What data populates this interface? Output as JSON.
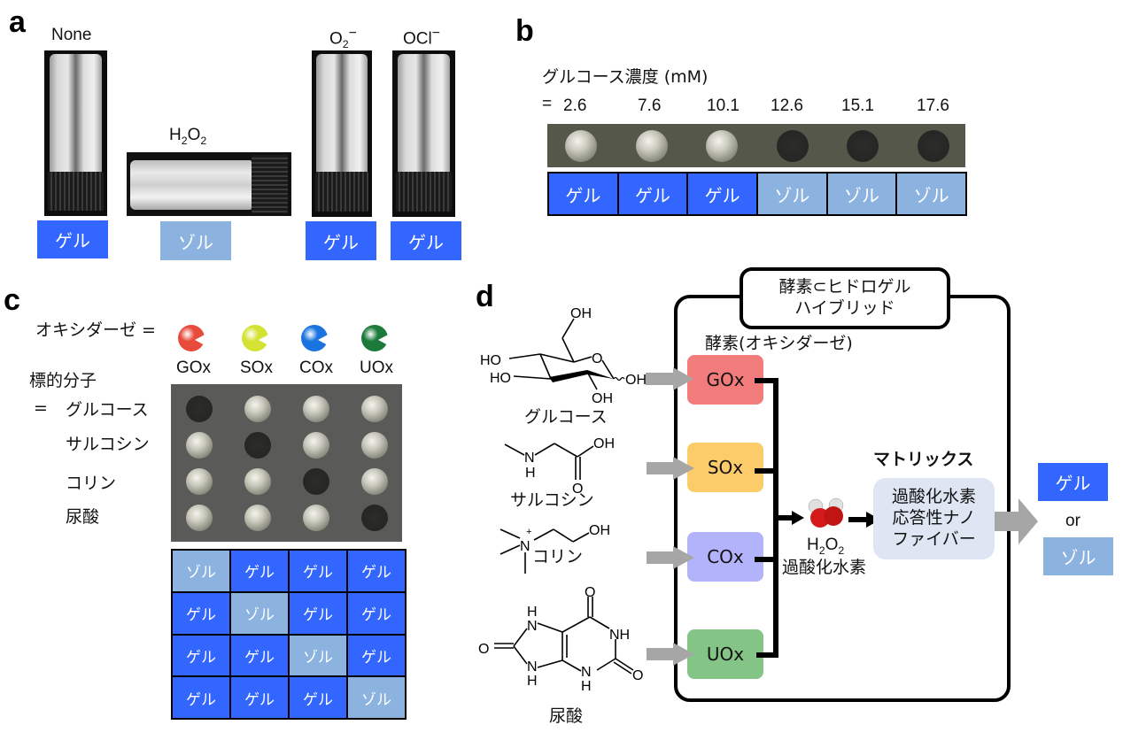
{
  "panels": {
    "a": {
      "letter": "a",
      "vials": [
        {
          "label": "None",
          "label_sub": "",
          "label_tail": "",
          "state": "ゲル",
          "state_type": "gel",
          "orientation": "upright"
        },
        {
          "label": "H",
          "label_sub": "2",
          "label_mid": "O",
          "label_sub2": "2",
          "state": "ゾル",
          "state_type": "sol",
          "orientation": "inverted"
        },
        {
          "label": "O",
          "label_sub": "2",
          "label_tail": "−",
          "state": "ゲル",
          "state_type": "gel",
          "orientation": "upright"
        },
        {
          "label": "OCl",
          "label_sub": "",
          "label_tail": "−",
          "state": "ゲル",
          "state_type": "gel",
          "orientation": "upright"
        }
      ]
    },
    "b": {
      "letter": "b",
      "title": "グルコース濃度 (mM)",
      "equals": "=",
      "concentrations": [
        "2.6",
        "7.6",
        "10.1",
        "12.6",
        "15.1",
        "17.6"
      ],
      "droplets": [
        "clear",
        "clear",
        "clear",
        "dark",
        "dark",
        "dark"
      ],
      "states": [
        {
          "text": "ゲル",
          "type": "gel"
        },
        {
          "text": "ゲル",
          "type": "gel"
        },
        {
          "text": "ゲル",
          "type": "gel"
        },
        {
          "text": "ゾル",
          "type": "sol"
        },
        {
          "text": "ゾル",
          "type": "sol"
        },
        {
          "text": "ゾル",
          "type": "sol"
        }
      ]
    },
    "c": {
      "letter": "c",
      "oxidase_label": "オキシダーゼ =",
      "target_label": "標的分子",
      "equals": "=",
      "enzymes": [
        {
          "name": "GOx",
          "color": "#e84a3c"
        },
        {
          "name": "SOx",
          "color": "#d4e234"
        },
        {
          "name": "COx",
          "color": "#1a74e0"
        },
        {
          "name": "UOx",
          "color": "#1c7a3a"
        }
      ],
      "targets": [
        "グルコース",
        "サルコシン",
        "コリン",
        "尿酸"
      ],
      "droplets": [
        [
          "dark",
          "clear",
          "clear",
          "clear"
        ],
        [
          "clear",
          "dark",
          "clear",
          "clear"
        ],
        [
          "clear",
          "clear",
          "dark",
          "clear"
        ],
        [
          "clear",
          "clear",
          "clear",
          "dark"
        ]
      ],
      "states": [
        [
          {
            "text": "ゾル",
            "type": "sol"
          },
          {
            "text": "ゲル",
            "type": "gel"
          },
          {
            "text": "ゲル",
            "type": "gel"
          },
          {
            "text": "ゲル",
            "type": "gel"
          }
        ],
        [
          {
            "text": "ゲル",
            "type": "gel"
          },
          {
            "text": "ゾル",
            "type": "sol"
          },
          {
            "text": "ゲル",
            "type": "gel"
          },
          {
            "text": "ゲル",
            "type": "gel"
          }
        ],
        [
          {
            "text": "ゲル",
            "type": "gel"
          },
          {
            "text": "ゲル",
            "type": "gel"
          },
          {
            "text": "ゾル",
            "type": "sol"
          },
          {
            "text": "ゲル",
            "type": "gel"
          }
        ],
        [
          {
            "text": "ゲル",
            "type": "gel"
          },
          {
            "text": "ゲル",
            "type": "gel"
          },
          {
            "text": "ゲル",
            "type": "gel"
          },
          {
            "text": "ゾル",
            "type": "sol"
          }
        ]
      ]
    },
    "d": {
      "letter": "d",
      "hybrid_title_line1": "酵素⊂ヒドロゲル",
      "hybrid_title_line2": "ハイブリッド",
      "enzyme_header": "酵素(オキシダーゼ)",
      "molecules": [
        {
          "name": "グルコース",
          "atoms": {
            "oh_top": "OH",
            "ho1": "HO",
            "ho2": "HO",
            "o_ring": "O",
            "oh_right": "OH",
            "oh_bottom": "OH"
          }
        },
        {
          "name": "サルコシン",
          "atoms": {
            "n": "N",
            "h": "H",
            "oh": "OH",
            "o": "O"
          }
        },
        {
          "name": "コリン",
          "atoms": {
            "n": "N",
            "plus": "+",
            "oh": "OH"
          }
        },
        {
          "name": "尿酸",
          "atoms": {
            "o_top": "O",
            "h_top": "H",
            "n1": "N",
            "nh_right": "NH",
            "o_left": "O",
            "n2": "N",
            "h2": "H",
            "n3": "N",
            "h3": "H",
            "o_right": "O"
          }
        }
      ],
      "enzymes": [
        {
          "name": "GOx",
          "color": "#f27c7c"
        },
        {
          "name": "SOx",
          "color": "#fdcc6a"
        },
        {
          "name": "COx",
          "color": "#b3b3fb"
        },
        {
          "name": "UOx",
          "color": "#85c487"
        }
      ],
      "h2o2_formula": {
        "h": "H",
        "sub1": "2",
        "o": "O",
        "sub2": "2"
      },
      "h2o2_name": "過酸化水素",
      "matrix_label": "マトリックス",
      "matrix_lines": [
        "過酸化水素",
        "応答性ナノ",
        "ファイバー"
      ],
      "outputs": {
        "gel": "ゲル",
        "or": "or",
        "sol": "ゾル"
      }
    }
  },
  "colors": {
    "gel": "#3366ff",
    "sol": "#8cb2e0",
    "arrow_gray": "#a6a6a6"
  }
}
